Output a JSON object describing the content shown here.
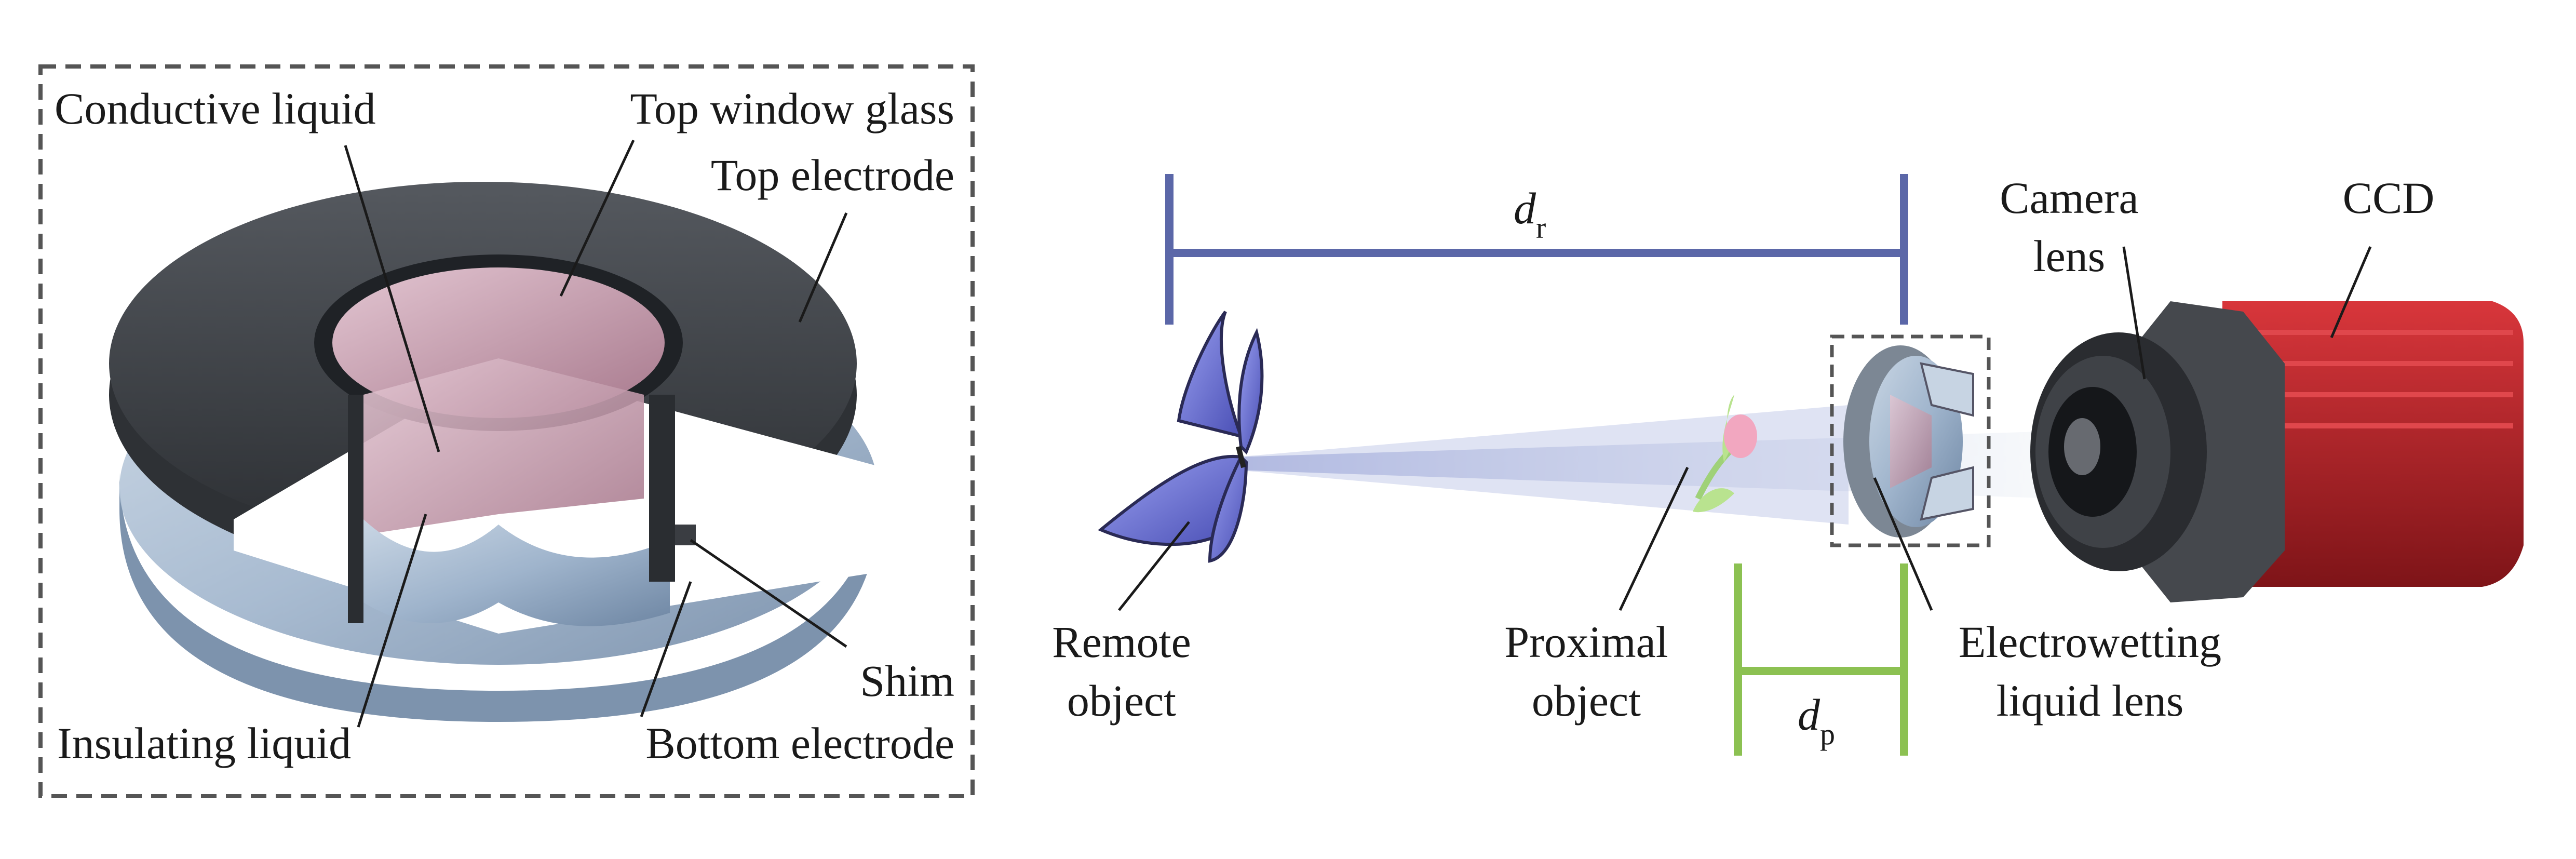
{
  "left_panel": {
    "labels": {
      "conductive_liquid": "Conductive liquid",
      "top_window_glass": "Top window glass",
      "top_electrode": "Top electrode",
      "insulating_liquid": "Insulating liquid",
      "shim": "Shim",
      "bottom_electrode": "Bottom electrode"
    }
  },
  "right_panel": {
    "distance_remote": {
      "symbol": "d",
      "subscript": "r"
    },
    "distance_proximal": {
      "symbol": "d",
      "subscript": "p"
    },
    "labels": {
      "camera_lens_line1": "Camera",
      "camera_lens_line2": "lens",
      "ccd": "CCD",
      "remote_object_line1": "Remote",
      "remote_object_line2": "object",
      "proximal_object_line1": "Proximal",
      "proximal_object_line2": "object",
      "liquid_lens_line1": "Electrowetting",
      "liquid_lens_line2": "liquid lens"
    }
  },
  "colors": {
    "remote_bracket": "#5b67a8",
    "proximal_bracket": "#8cc152",
    "electrode_dark": "#3a3d42",
    "glass_blue": "#9fb4cc",
    "conductive_pink": "#c79aae",
    "camera_red": "#b8242a",
    "butterfly_blue": "#6b6fd6"
  }
}
